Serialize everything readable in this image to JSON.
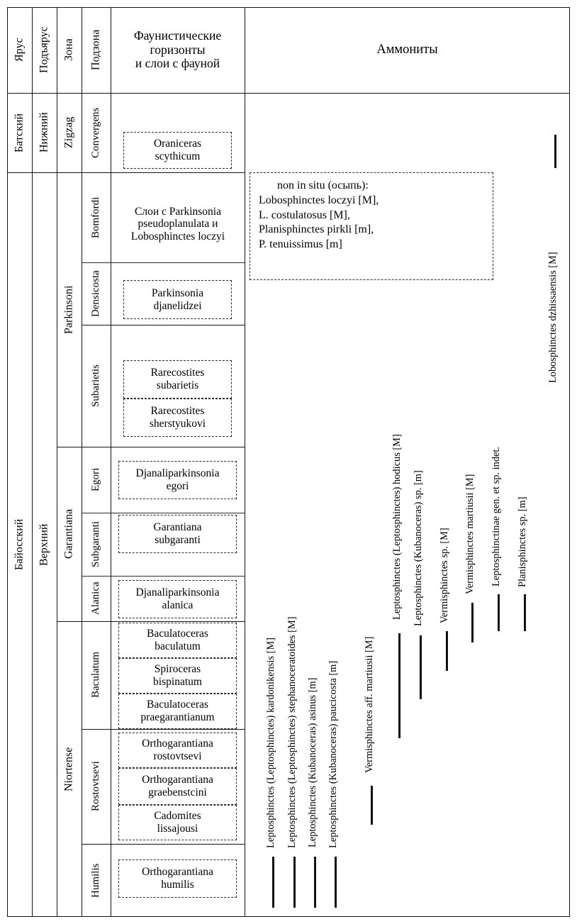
{
  "header": {
    "col_yarus": "Ярус",
    "col_podyarus": "Подъярус",
    "col_zona": "Зона",
    "col_podzona": "Подзона",
    "col_fauna": "Фаунистические горизонты и слои с фауной",
    "col_fauna_l1": "Фаунистические",
    "col_fauna_l2": "горизонты",
    "col_fauna_l3": "и слои с фауной",
    "col_ammonites": "Аммониты"
  },
  "stages": [
    {
      "label": "Батский"
    },
    {
      "label": "Байосский"
    }
  ],
  "substages": [
    {
      "label": "Нижний"
    },
    {
      "label": "Верхний"
    }
  ],
  "zones": [
    {
      "label": "Zigzag"
    },
    {
      "label": "Parkinsoni"
    },
    {
      "label": "Garantiana"
    },
    {
      "label": "Niortense"
    }
  ],
  "subzones": [
    {
      "label": "Convergens"
    },
    {
      "label": "Bomfordi"
    },
    {
      "label": "Densicosta"
    },
    {
      "label": "Subarietis"
    },
    {
      "label": "Egori"
    },
    {
      "label": "Subgaranti"
    },
    {
      "label": "Alanica"
    },
    {
      "label": "Baculatum"
    },
    {
      "label": "Rostovtsevi"
    },
    {
      "label": "Humilis"
    }
  ],
  "fauna_boxes": [
    {
      "line1": "Oraniceras",
      "line2": "scythicum"
    },
    {
      "line1": "Parkinsonia",
      "line2": "djanelidzei"
    },
    {
      "line1": "Rarecostites",
      "line2": "subarietis"
    },
    {
      "line1": "Rarecostites",
      "line2": "sherstyukovi"
    },
    {
      "line1": "Djanaliparkinsonia",
      "line2": "egori"
    },
    {
      "line1": "Garantiana",
      "line2": "subgaranti"
    },
    {
      "line1": "Djanaliparkinsonia",
      "line2": "alanica"
    },
    {
      "line1": "Baculatoceras",
      "line2": "baculatum"
    },
    {
      "line1": "Spiroceras",
      "line2": "bispinatum"
    },
    {
      "line1": "Baculatoceras",
      "line2": "praegarantianum"
    },
    {
      "line1": "Orthogarantiana",
      "line2": "rostovtsevi"
    },
    {
      "line1": "Orthogarantiana",
      "line2": "graebenstcini"
    },
    {
      "line1": "Cadomites",
      "line2": "lissajousi"
    },
    {
      "line1": "Orthogarantiana",
      "line2": "humilis"
    }
  ],
  "beds_text": {
    "line1": "Слои с Parkinsonia",
    "line2": "pseudoplanulata и",
    "line3": "Lobosphinctes loczyi"
  },
  "non_in_situ": {
    "title": "non in situ (осыпь):",
    "items": [
      "Lobosphinctes loczyi [M],",
      "L. costulatosus [M],",
      "Planisphinctes pirkli [m],",
      "P. tenuissimus [m]"
    ]
  },
  "ammonites": [
    {
      "name": "Leptosphinctes (Leptosphinctes) kardonikensis [M]"
    },
    {
      "name": "Leptosphinctes (Leptosphinctes) stephanoceratoides [M]"
    },
    {
      "name": "Leptosphinctes (Kubanoceras) asinus [m]"
    },
    {
      "name": "Leptosphinctes (Kubanoceras) paucicosta [m]"
    },
    {
      "name": "Vermisphinctes aff. martiusii [M]"
    },
    {
      "name": "Leptosphinctes (Leptosphinctes) hodicus [M]"
    },
    {
      "name": "Leptosphinctes (Kubanoceras) sp. [m]"
    },
    {
      "name": "Vermisphinctes sp. [M]"
    },
    {
      "name": "Vermisphinctes martiusii [M]"
    },
    {
      "name": "Leptosphinctinae gen. et sp. indet."
    },
    {
      "name": "Planisphinctes sp. [m]"
    },
    {
      "name": "Lobosphinctes dzhissaensis [M]"
    }
  ],
  "colors": {
    "line": "#141414",
    "dash": "#2b2b2b",
    "background": "#ffffff"
  }
}
